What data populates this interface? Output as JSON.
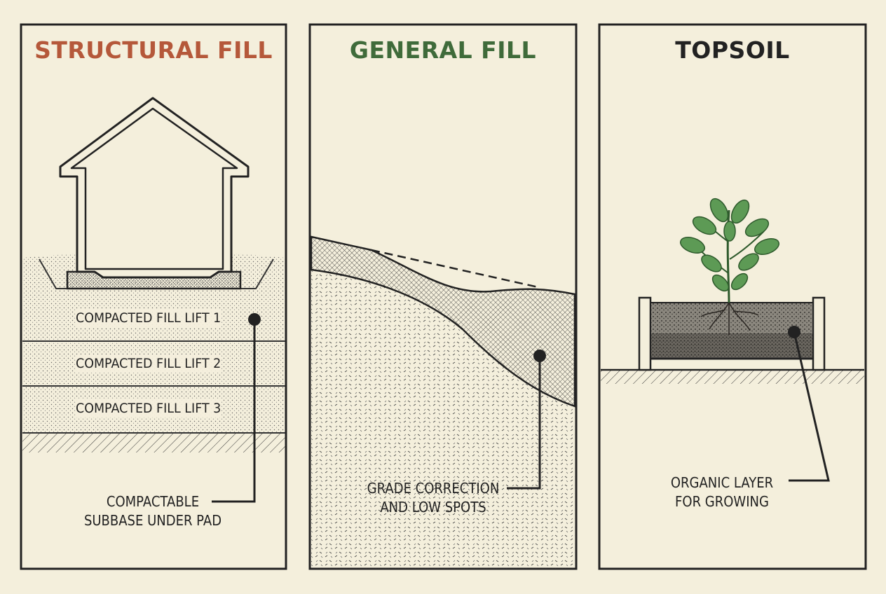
{
  "panels": [
    {
      "title": "STRUCTURAL FILL",
      "title_color": "#b5583a",
      "lifts": [
        "COMPACTED FILL LIFT 1",
        "COMPACTED FILL LIFT 2",
        "COMPACTED FILL LIFT 3"
      ],
      "callout": [
        "COMPACTABLE",
        "SUBBASE UNDER PAD"
      ]
    },
    {
      "title": "GENERAL FILL",
      "title_color": "#3f6b3a",
      "callout": [
        "GRADE CORRECTION",
        "AND LOW SPOTS"
      ]
    },
    {
      "title": "TOPSOIL",
      "title_color": "#222222",
      "callout": [
        "ORGANIC LAYER",
        "FOR GROWING"
      ]
    }
  ],
  "colors": {
    "background": "#f4efdc",
    "ink": "#222222",
    "leaf": "#4f8f4a",
    "leaf_dark": "#2e5a2c"
  }
}
